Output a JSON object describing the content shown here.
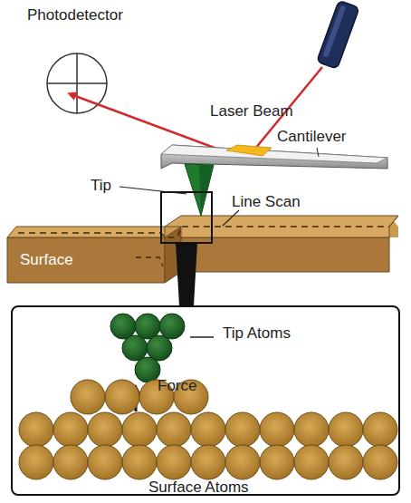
{
  "diagram": {
    "nodes": [
      {
        "text": [
          "Tip Atoms",
          "Force",
          "Surface Atoms"
        ]
      }
    ],
    "labels": [
      "Photodetector",
      "Laser Beam",
      "Cantilever",
      "Tip",
      "Line Scan",
      "Surface"
    ]
  }
}
